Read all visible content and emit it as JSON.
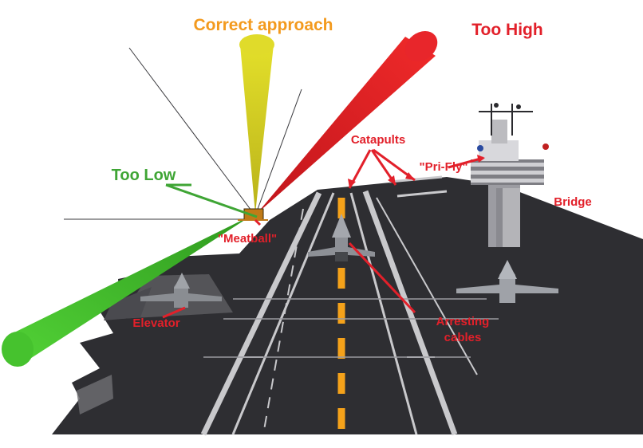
{
  "labels": {
    "correct": "Correct approach",
    "too_high": "Too High",
    "too_low": "Too Low",
    "catapults": "Catapults",
    "prifly": "\"Pri-Fly\"",
    "bridge": "Bridge",
    "meatball": "\"Meatball\"",
    "elevator": "Elevator",
    "arresting_1": "Arresting",
    "arresting_2": "cables"
  },
  "colors": {
    "deck": "#2e2e32",
    "deck_edge": "#8a8a8e",
    "lane_line": "#c9c9cc",
    "centerline": "#f5a21a",
    "label_red": "#e2202a",
    "label_orange": "#f39a1e",
    "label_green": "#3fa535",
    "beam_red": "#e11d23",
    "beam_yellow": "#d6d21c",
    "beam_green": "#46c22e"
  }
}
